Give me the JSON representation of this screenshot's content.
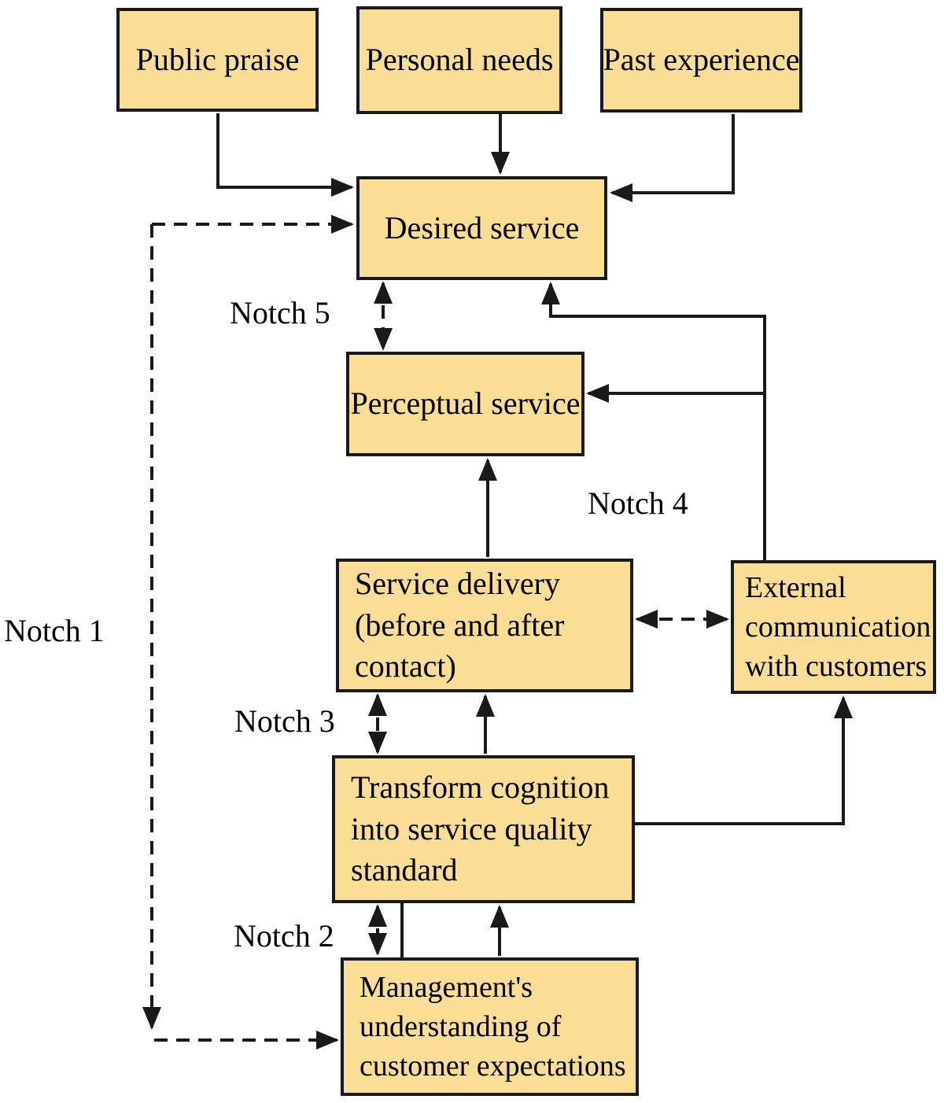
{
  "diagram": {
    "boxes": {
      "public_praise": "Public praise",
      "personal_needs": "Personal needs",
      "past_experience": "Past experience",
      "desired_service": "Desired service",
      "perceptual_service": "Perceptual service",
      "service_delivery": "Service delivery\n(before and after\ncontact)",
      "external_communication": "External\ncommunication\nwith customers",
      "transform_cognition": "Transform cognition\ninto service quality\nstandard",
      "management_understanding": "Management's\nunderstanding of\ncustomer expectations"
    },
    "labels": {
      "notch_1": "Notch 1",
      "notch_2": "Notch 2",
      "notch_3": "Notch 3",
      "notch_4": "Notch 4",
      "notch_5": "Notch 5"
    },
    "colors": {
      "box_fill": "#FADE96",
      "box_border": "#1A1A1A",
      "line": "#1A1A1A",
      "text": "#000000",
      "background": "#FFFFFF"
    }
  }
}
